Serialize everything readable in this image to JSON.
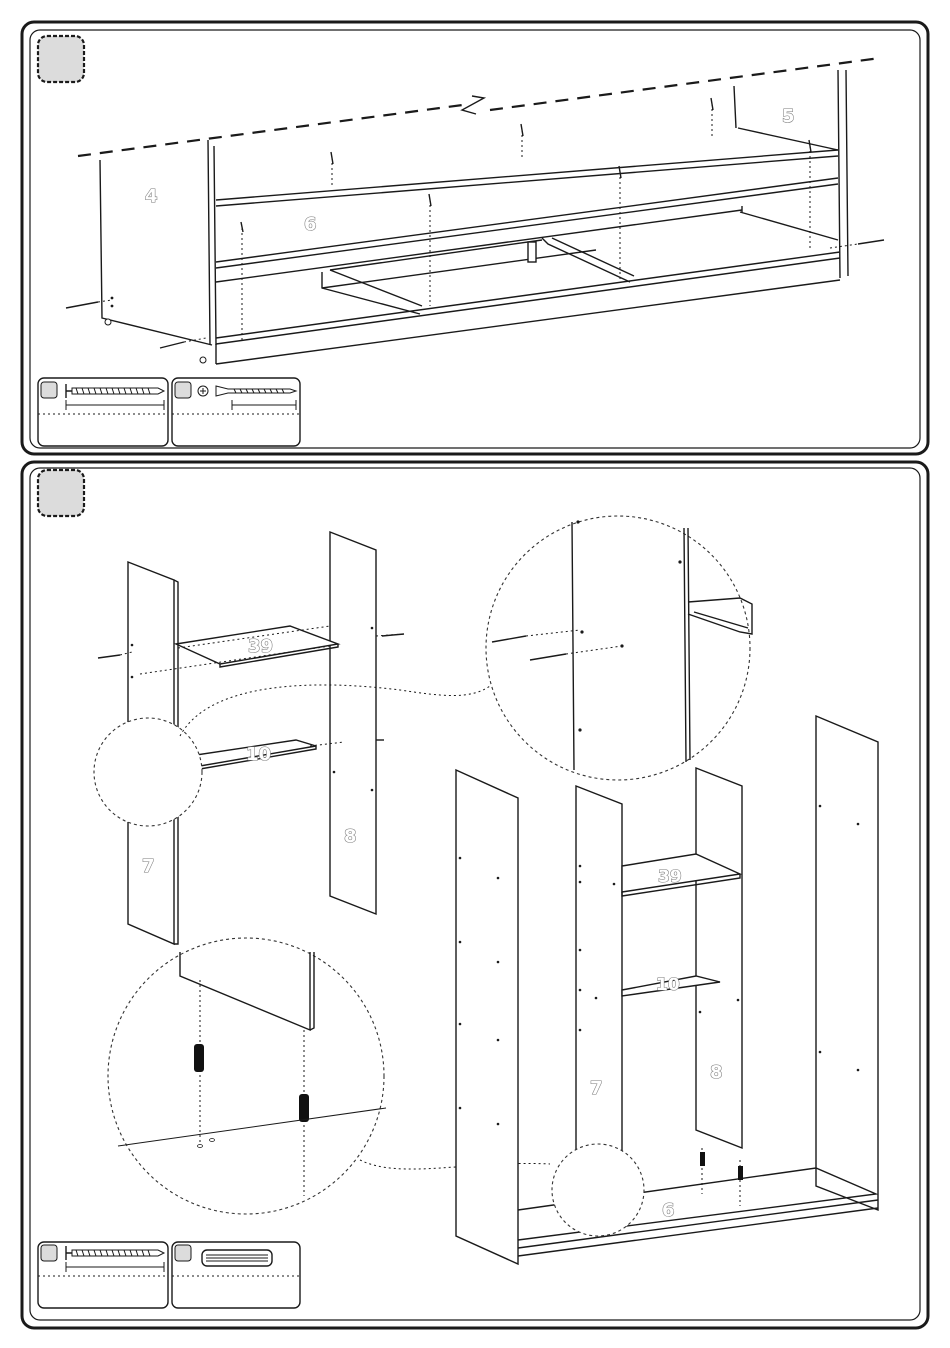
{
  "steps": [
    {
      "parts": {
        "side_left": "4",
        "side_right": "5",
        "back": "6"
      },
      "hardware": [
        {
          "icon": "long-screw-icon"
        },
        {
          "icon": "phillips-screw-icon"
        }
      ]
    },
    {
      "parts": {
        "side_a": "7",
        "side_b": "8",
        "shelf_top": "39",
        "shelf_mid": "10",
        "base": "6"
      },
      "hardware": [
        {
          "icon": "long-screw-icon"
        },
        {
          "icon": "dowel-icon"
        }
      ]
    }
  ],
  "colors": {
    "line": "#1a1a1a",
    "label_outline": "#7a7a7a",
    "step_badge_fill": "#dcdcdc"
  }
}
